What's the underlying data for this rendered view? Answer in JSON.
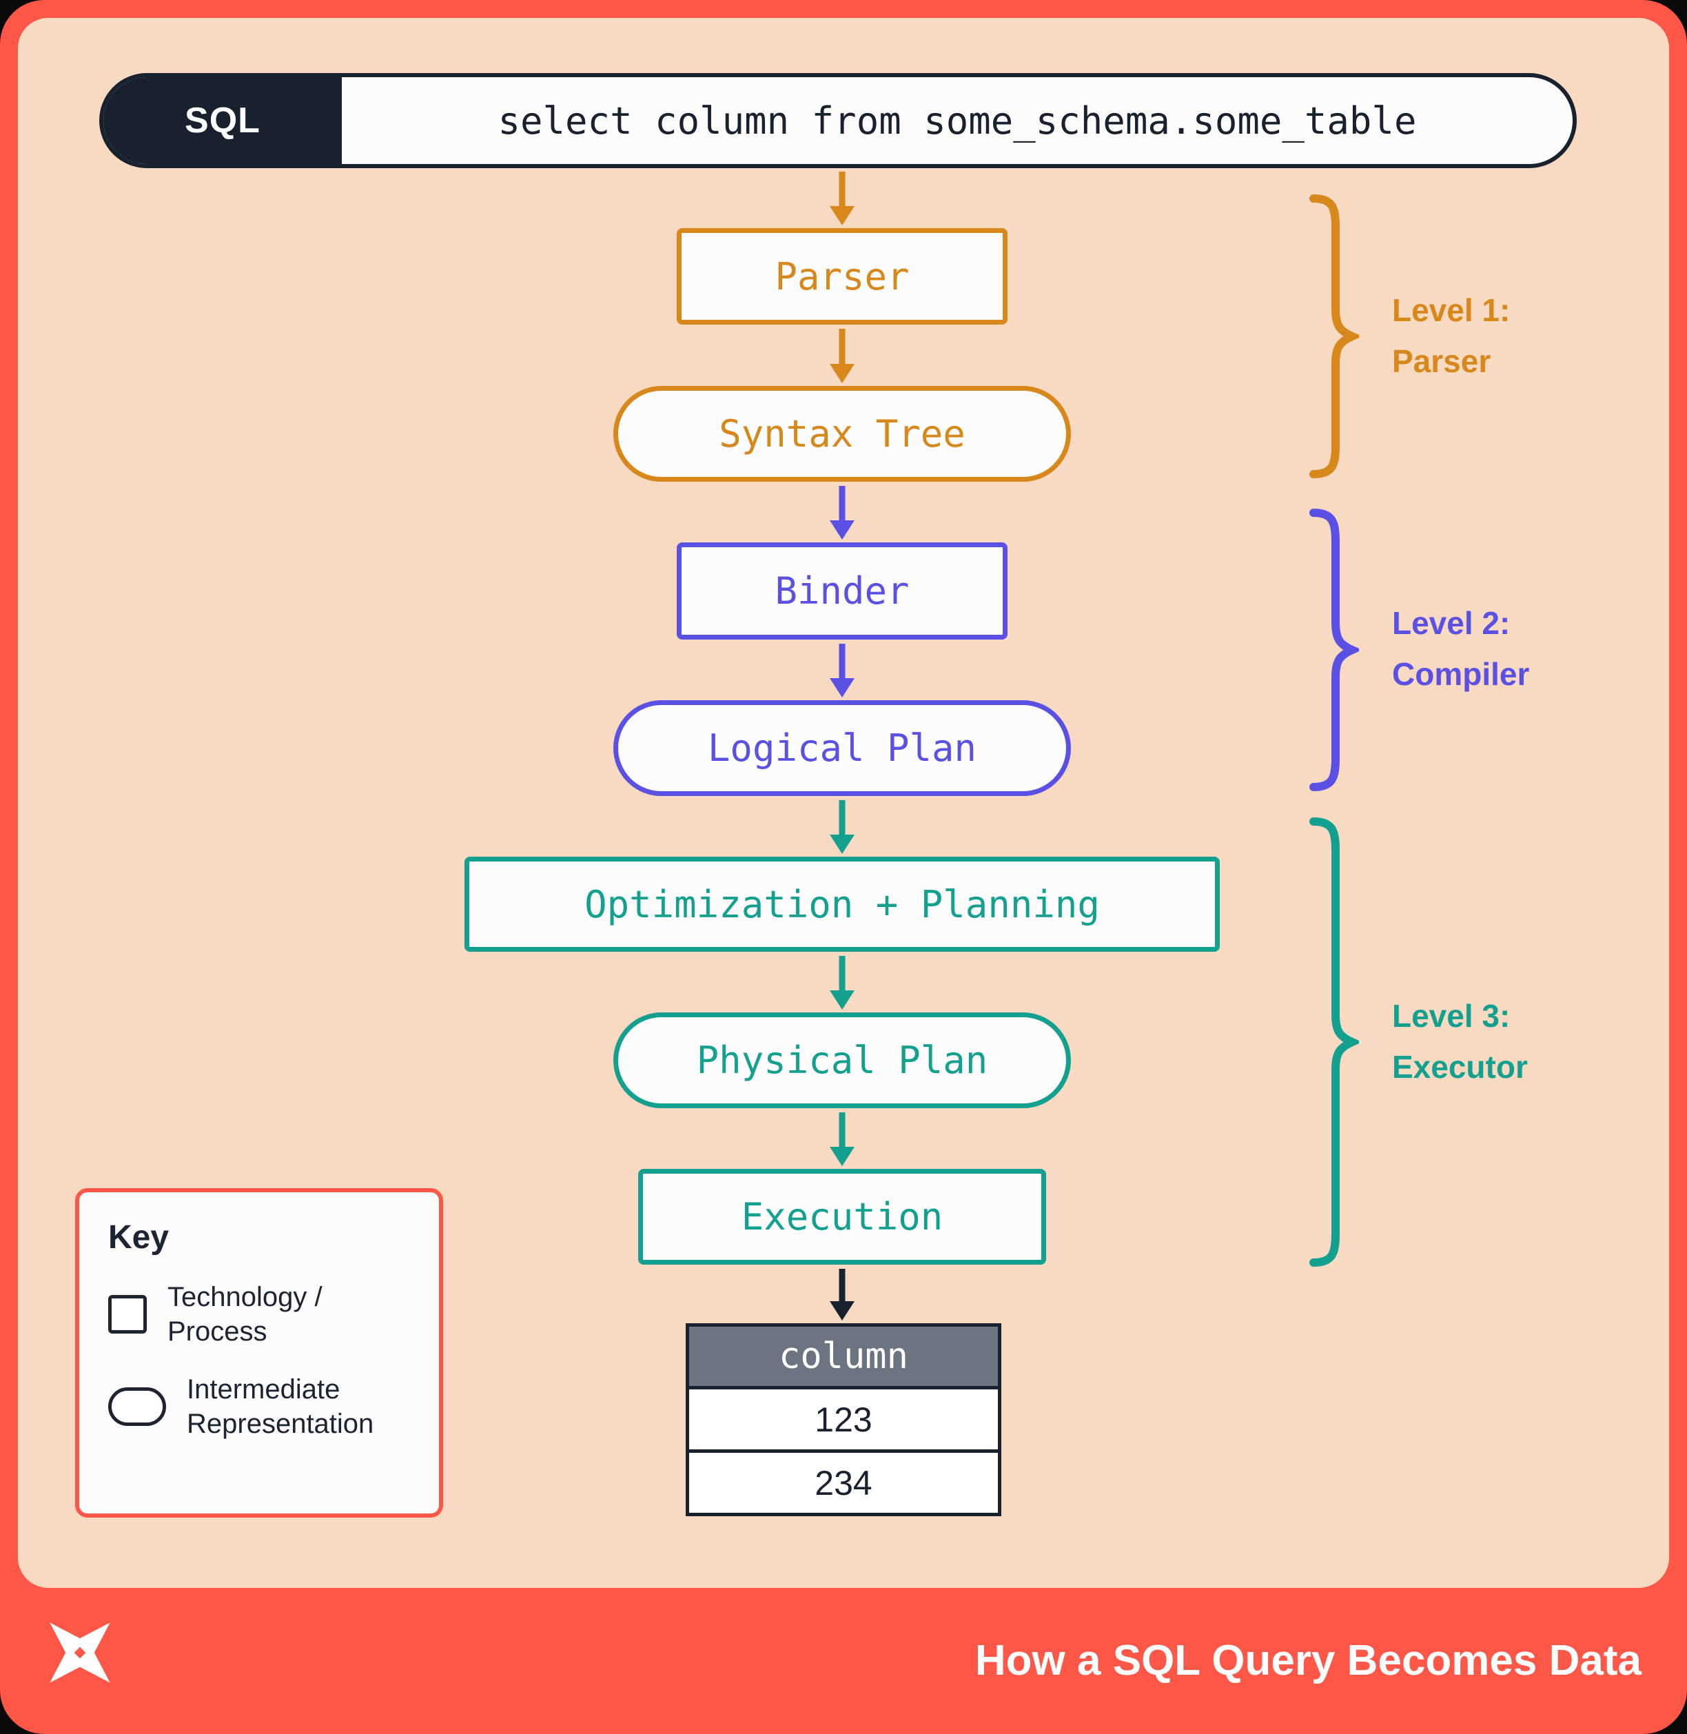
{
  "sql_bar": {
    "label": "SQL",
    "query": "select column from some_schema.some_table"
  },
  "flow": {
    "parser": "Parser",
    "syntax_tree": "Syntax Tree",
    "binder": "Binder",
    "logical_plan": "Logical Plan",
    "optimization_planning": "Optimization + Planning",
    "physical_plan": "Physical Plan",
    "execution": "Execution"
  },
  "levels": [
    {
      "title": "Level 1:",
      "subtitle": "Parser",
      "color": "#d8871b"
    },
    {
      "title": "Level 2:",
      "subtitle": "Compiler",
      "color": "#5a50e3"
    },
    {
      "title": "Level 3:",
      "subtitle": "Executor",
      "color": "#13a08f"
    }
  ],
  "result_table": {
    "header": "column",
    "rows": [
      "123",
      "234"
    ]
  },
  "key": {
    "title": "Key",
    "items": [
      {
        "icon": "rectangle-icon",
        "label": "Technology / Process"
      },
      {
        "icon": "ellipse-icon",
        "label": "Intermediate Representation"
      }
    ]
  },
  "footer": {
    "title": "How a SQL Query Becomes Data"
  },
  "colors": {
    "frame_red": "#ff5747",
    "panel_peach": "#f8d9c1",
    "navy": "#18222f",
    "orange": "#d8871b",
    "purple": "#5a50e3",
    "teal": "#13a08f",
    "table_header_gray": "#6b7480"
  }
}
